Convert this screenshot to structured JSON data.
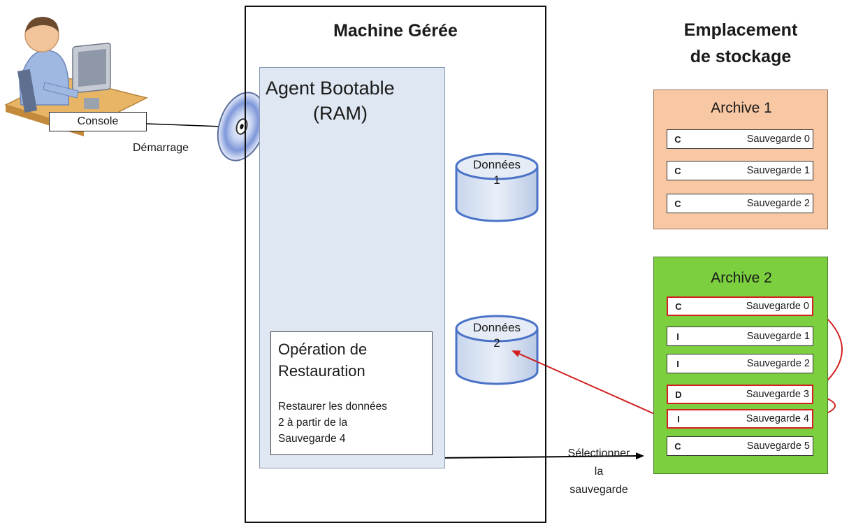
{
  "user": {
    "console_label": "Console",
    "boot_label": "Démarrage"
  },
  "machine": {
    "title": "Machine Gérée",
    "agent_line1": "Agent Bootable",
    "agent_line2": "(RAM)",
    "disks": [
      {
        "line1": "Données",
        "line2": "1"
      },
      {
        "line1": "Données",
        "line2": "2"
      }
    ],
    "restore": {
      "title_line1": "Opération de",
      "title_line2": "Restauration",
      "desc_line1": "Restaurer les données",
      "desc_line2": "2 à partir de la",
      "desc_line3": "Sauvegarde 4"
    }
  },
  "storage": {
    "title_line1": "Emplacement",
    "title_line2": "de stockage",
    "archives": [
      {
        "title": "Archive 1",
        "fill": "#f8c7a3",
        "backups": [
          {
            "type": "C",
            "name": "Sauvegarde 0"
          },
          {
            "type": "C",
            "name": "Sauvegarde 1"
          },
          {
            "type": "C",
            "name": "Sauvegarde 2"
          }
        ]
      },
      {
        "title": "Archive 2",
        "fill": "#7ccf3f",
        "backups": [
          {
            "type": "C",
            "name": "Sauvegarde 0",
            "highlighted": true
          },
          {
            "type": "I",
            "name": "Sauvegarde 1"
          },
          {
            "type": "I",
            "name": "Sauvegarde 2"
          },
          {
            "type": "D",
            "name": "Sauvegarde 3",
            "highlighted": true
          },
          {
            "type": "I",
            "name": "Sauvegarde 4",
            "highlighted": true
          },
          {
            "type": "C",
            "name": "Sauvegarde 5"
          }
        ]
      }
    ]
  },
  "select_label": {
    "line1": "Sélectionner",
    "line2": "la",
    "line3": "sauvegarde"
  },
  "colors": {
    "highlight": "#d21f1f",
    "agent_fill": "#dfe7f2"
  }
}
